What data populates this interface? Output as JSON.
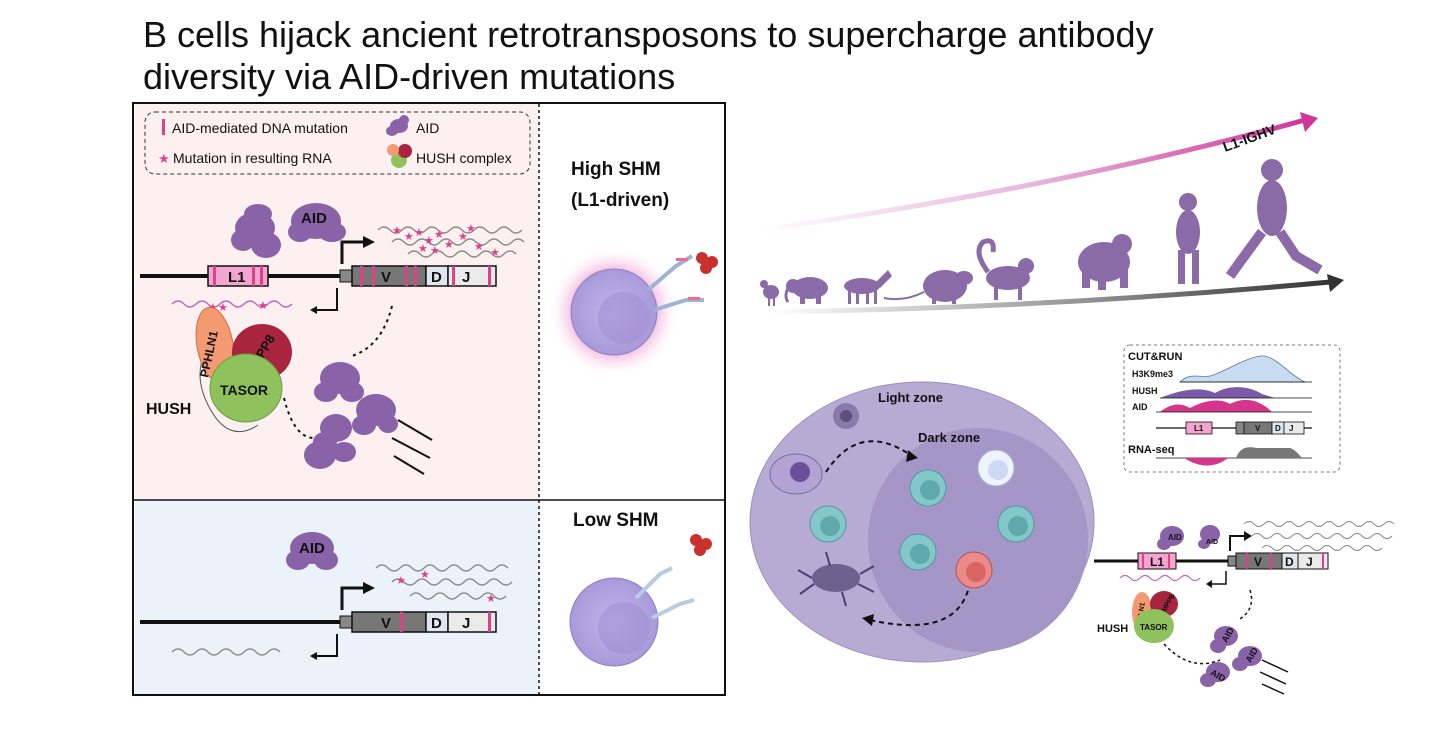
{
  "title": {
    "line1": "B cells hijack ancient retrotransposons to supercharge antibody",
    "line2": "diversity via AID-driven mutations"
  },
  "legend": {
    "mutation_dna": "AID-mediated DNA mutation",
    "aid": "AID",
    "mutation_rna": "Mutation in resulting RNA",
    "hush": "HUSH complex"
  },
  "panel_high": {
    "heading_line1": "High SHM",
    "heading_line2": "(L1-driven)",
    "aid_label": "AID",
    "l1_label": "L1",
    "v_label": "V",
    "d_label": "D",
    "j_label": "J",
    "pphln1_label": "PPHLN1",
    "mpp8_label": "MPP8",
    "tasor_label": "TASOR",
    "hush_label": "HUSH"
  },
  "panel_low": {
    "heading": "Low SHM",
    "aid_label": "AID",
    "v_label": "V",
    "d_label": "D",
    "j_label": "J"
  },
  "evolution": {
    "arrow_label": "L1-IGHV"
  },
  "cutrun": {
    "title": "CUT&RUN",
    "track1": "H3K9me3",
    "track2": "HUSH",
    "track3": "AID",
    "rnaseq": "RNA-seq",
    "l1_label": "L1",
    "v_label": "V",
    "d_label": "D",
    "j_label": "J"
  },
  "germinal_center": {
    "light_zone": "Light zone",
    "dark_zone": "Dark zone"
  },
  "mini_locus": {
    "aid_label": "AID",
    "l1_label": "L1",
    "v_label": "V",
    "d_label": "D",
    "j_label": "J",
    "pphln1_label": "PPHLN1",
    "mpp8_label": "MPP8",
    "tasor_label": "TASOR",
    "hush_label": "HUSH"
  },
  "colors": {
    "pink_mutation": "#e0408a",
    "aid_purple": "#8a62a8",
    "hush_orange": "#f39a72",
    "hush_red": "#a8243f",
    "hush_green": "#8fc25d",
    "panel_high_bg": "#fdf0f0",
    "panel_low_bg": "#ebf2fa",
    "gc_outer": "#b7aad3",
    "gc_inner": "#a596c7"
  }
}
